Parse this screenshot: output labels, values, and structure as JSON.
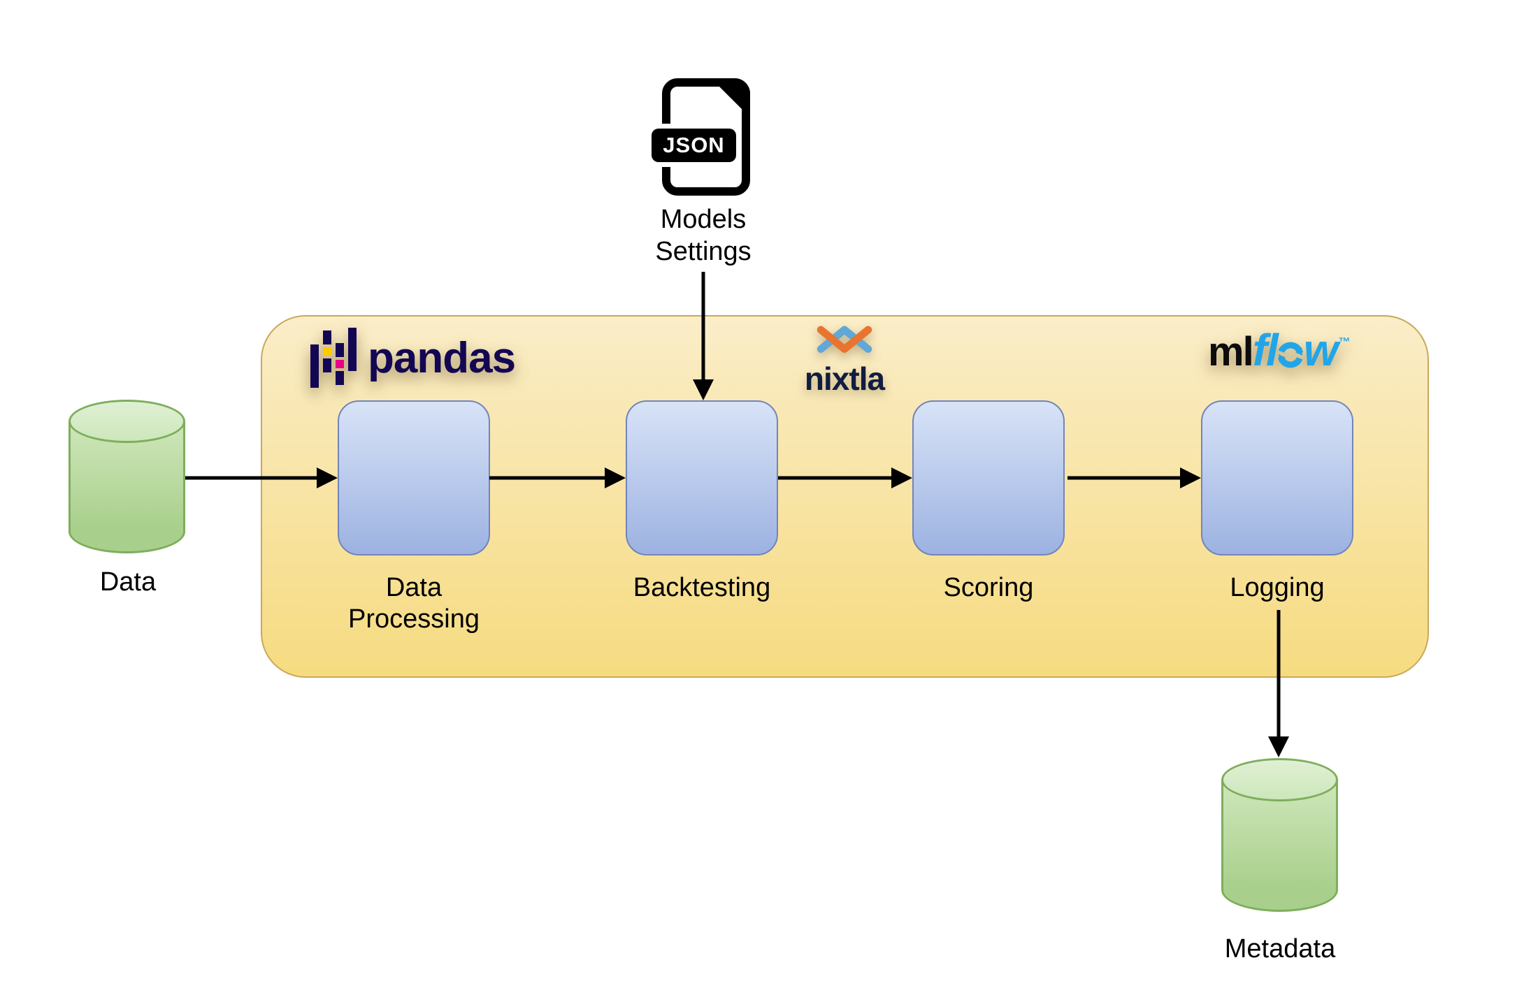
{
  "diagram_type": "pipeline-flow-diagram",
  "nodes": {
    "data_store": {
      "label": "Data"
    },
    "metadata_store": {
      "label": "Metadata"
    },
    "models_settings": {
      "badge": "JSON",
      "caption_line1": "Models",
      "caption_line2": "Settings"
    }
  },
  "pipeline": {
    "stages": [
      {
        "label_line1": "Data",
        "label_line2": "Processing"
      },
      {
        "label_line1": "Backtesting"
      },
      {
        "label_line1": "Scoring"
      },
      {
        "label_line1": "Logging"
      }
    ]
  },
  "logos": {
    "pandas": {
      "wordmark": "pandas"
    },
    "nixtla": {
      "wordmark": "nixtla"
    },
    "mlflow": {
      "prefix": "ml",
      "flow_pre": "fl",
      "flow_post": "w",
      "trademark": "™"
    }
  },
  "colors": {
    "arrow": "#000000",
    "text": "#000000",
    "container_fill_top": "#FAEDC8",
    "container_fill_bottom": "#F6DB80",
    "container_border": "#C9A85A",
    "stage_fill_top": "#D8E3F7",
    "stage_fill_bottom": "#9CB2E1",
    "stage_border": "#7284BC",
    "cylinder_fill_top": "#CFE7BB",
    "cylinder_fill_bottom": "#A8CF8B",
    "cylinder_face_top": "#E0F0D4",
    "cylinder_border": "#7EAE5D",
    "pandas_navy": "#130754",
    "pandas_yellow": "#FFCA00",
    "pandas_pink": "#E70488",
    "nixtla_navy": "#111C40",
    "nixtla_blue": "#5FA8D8",
    "nixtla_orange": "#E8742F",
    "mlflow_black": "#0C0C0C",
    "mlflow_blue": "#22A5E8"
  }
}
